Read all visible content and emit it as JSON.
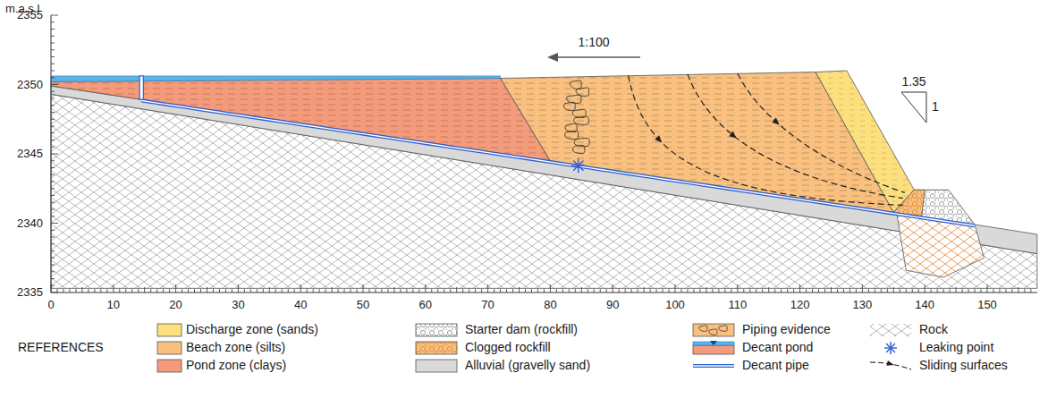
{
  "diagram": {
    "labels": [
      "m.a.s.l",
      "2355",
      "2350",
      "2345",
      "2340",
      "2335",
      "1:100",
      "1.35",
      "1",
      "0",
      "10",
      "20",
      "30",
      "40",
      "50",
      "60",
      "70",
      "80",
      "90",
      "100",
      "110",
      "120",
      "130",
      "140",
      "150",
      "REFERENCES"
    ],
    "legend": [
      {
        "text": "Discharge zone (sands)",
        "color": "#fce07e"
      },
      {
        "text": "Starter dam (rockfill)"
      },
      {
        "text": "Piping evidence"
      },
      {
        "text": "Rock"
      },
      {
        "text": "Beach zone (silts)",
        "color": "#f9c07f"
      },
      {
        "text": "Clogged rockfill"
      },
      {
        "text": "Decant pond"
      },
      {
        "text": "Leaking point"
      },
      {
        "text": "Pond zone (clays)",
        "color": "#f49b7c"
      },
      {
        "text": "Alluvial (gravelly sand)",
        "color": "#d9d9d9"
      },
      {
        "text": "Decant pipe"
      },
      {
        "text": "Sliding surfaces"
      }
    ]
  }
}
